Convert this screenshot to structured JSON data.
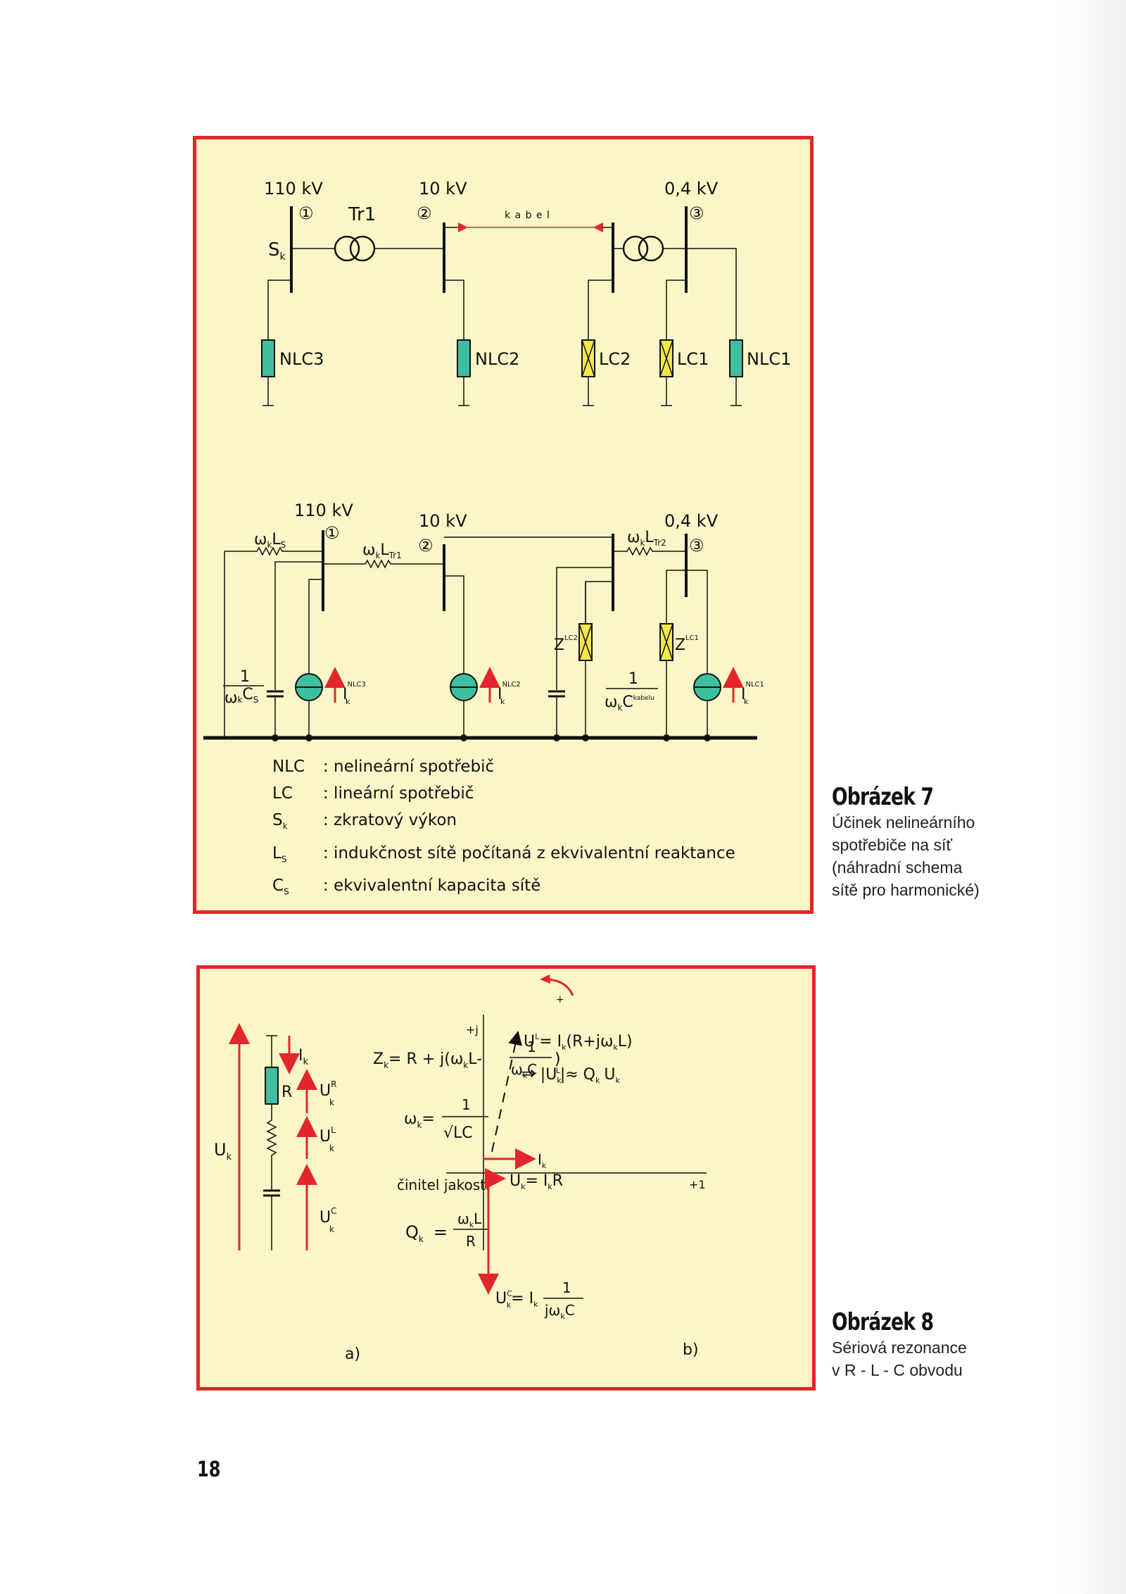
{
  "fig7": {
    "top": {
      "bus1_voltage": "110 kV",
      "bus2_voltage": "10 kV",
      "bus3_voltage": "0,4 kV",
      "node1": "①",
      "node2": "②",
      "node3": "③",
      "transformer": "Tr1",
      "sk": "S",
      "sk_sub": "k",
      "cable": "k a b e l",
      "loads": [
        "NLC3",
        "NLC2",
        "LC2",
        "LC1",
        "NLC1"
      ]
    },
    "bottom": {
      "bus1_voltage": "110 kV",
      "bus2_voltage": "10 kV",
      "bus3_voltage": "0,4 kV",
      "node1": "①",
      "node2": "②",
      "node3": "③",
      "omega_ls": "ω",
      "omega_ls_sub": "k",
      "omega_ls_l": "L",
      "omega_ls_lsub": "S",
      "omega_ltr1_l": "L",
      "omega_ltr1_sub": "Tr1",
      "omega_ltr2_sub": "Tr2",
      "one": "1",
      "cs_den": "ω",
      "cs_c": "C",
      "cs_sub": "S",
      "z_label": "Z",
      "z_lc2": "LC2",
      "z_lc1": "LC1",
      "i_label": "I",
      "i_nlc3": "NLC3",
      "i_nlc2": "NLC2",
      "i_nlc1": "NLC1",
      "c_kabelu": "kabelu"
    },
    "legend": [
      {
        "key": "NLC",
        "sub": "",
        "text": ": nelineární spotřebič"
      },
      {
        "key": "LC",
        "sub": "",
        "text": ": lineární spotřebič"
      },
      {
        "key": "S",
        "sub": "k",
        "text": ": zkratový výkon"
      },
      {
        "key": "L",
        "sub": "S",
        "text": ": indukčnost sítě počítaná z ekvivalentní reaktance"
      },
      {
        "key": "C",
        "sub": "S",
        "text": ": ekvivalentní kapacita sítě"
      }
    ]
  },
  "caption7": {
    "title": "Obrázek 7",
    "lines": [
      "Účinek nelineárního",
      "spotřebiče na síť",
      "(náhradní schema",
      "sítě pro harmonické)"
    ]
  },
  "fig8": {
    "part_a": "a)",
    "part_b": "b)",
    "uk": "U",
    "ik": "I",
    "r": "R",
    "sub_k": "k",
    "sup_r": "R",
    "sup_l": "L",
    "sup_c": "C",
    "z_eq_lhs": "Z",
    "z_eq_rhs": "= R + j(ω",
    "z_eq_l": "L-",
    "one": "1",
    "z_den": "ω",
    "c": "C",
    "close": ")",
    "w_eq": "ω",
    "w_eq_rhs": "=",
    "sqrt_lc": "√LC",
    "q_label": "činitel jakosti",
    "q_lhs": "Q",
    "q_num": "ω",
    "q_l": "L",
    "q_den": "R",
    "plus_j": "+j",
    "plus_one": "+1",
    "plus": "+",
    "ul_eq": "= I",
    "ul_rhs": "(R+jω",
    "ul_end": "L)",
    "implies": "⇒",
    "abs_eq": "|U",
    "abs_rhs": "|≈ Q",
    "abs_end": "U",
    "ur_eq": "= I",
    "uc_eq": "= I",
    "jw": "jω"
  },
  "caption8": {
    "title": "Obrázek 8",
    "lines": [
      "Sériová rezonance",
      "v R - L - C obvodu"
    ]
  },
  "page_number": "18",
  "colors": {
    "frame": "#e3262b",
    "panel": "#fbf6c8",
    "nlc": "#3fbf9f",
    "lc": "#f4e64a",
    "arrow": "#e3262b"
  }
}
